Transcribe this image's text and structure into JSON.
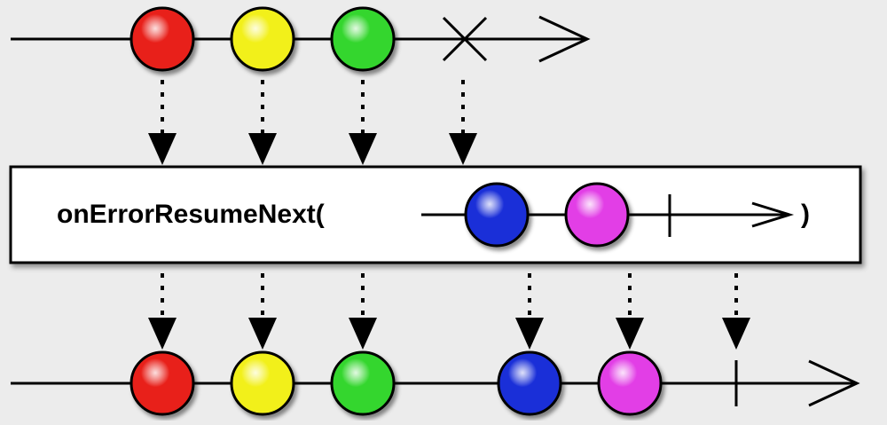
{
  "operator": {
    "name": "onErrorResumeNext(",
    "close": ")"
  },
  "colors": {
    "red": "#e8201a",
    "yellow": "#f2f01a",
    "green": "#34d62e",
    "blue": "#1a2fd8",
    "magenta": "#e23ee6"
  },
  "source_stream": {
    "items": [
      {
        "color": "red"
      },
      {
        "color": "yellow"
      },
      {
        "color": "green"
      }
    ],
    "terminal": "error"
  },
  "resume_stream": {
    "items": [
      {
        "color": "blue"
      },
      {
        "color": "magenta"
      }
    ],
    "terminal": "completed"
  },
  "result_stream": {
    "items": [
      {
        "color": "red"
      },
      {
        "color": "yellow"
      },
      {
        "color": "green"
      },
      {
        "color": "blue"
      },
      {
        "color": "magenta"
      }
    ],
    "terminal": "completed"
  }
}
